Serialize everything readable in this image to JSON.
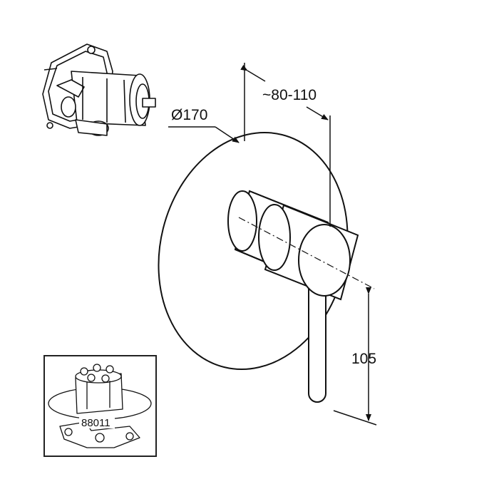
{
  "dimensions": {
    "plate_diameter": "Ø170",
    "projection": "~80-110",
    "lever_length": "105"
  },
  "inset": {
    "article_number": "88011"
  },
  "colors": {
    "line": "#111111",
    "background": "#ffffff",
    "inset_frame": "#222222"
  }
}
